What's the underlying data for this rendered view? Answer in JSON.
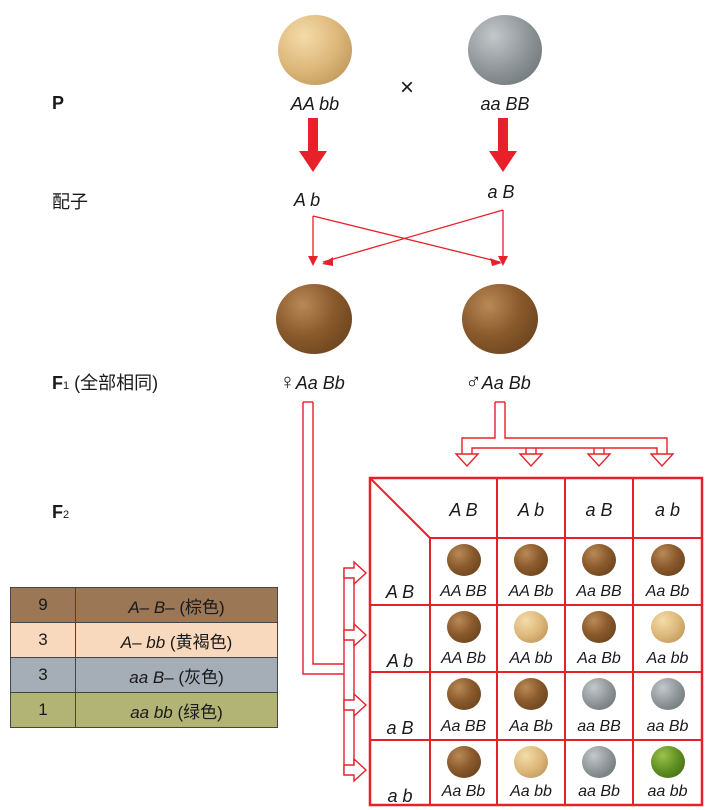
{
  "labels": {
    "p": "P",
    "gamete": "配子",
    "f1": "F",
    "f1_sub": "1",
    "f1_note": " (全部相同)",
    "f2": "F",
    "f2_sub": "2",
    "cross": "×"
  },
  "parents": [
    {
      "genotype": "AA bb",
      "color": "tan"
    },
    {
      "genotype": "aa BB",
      "color": "gray"
    }
  ],
  "gametes": [
    "A b",
    "a B"
  ],
  "f1": [
    {
      "symbol": "♀",
      "genotype": "Aa Bb",
      "color": "brown"
    },
    {
      "symbol": "♂",
      "genotype": "Aa Bb",
      "color": "brown"
    }
  ],
  "grid": {
    "col_headers": [
      "A B",
      "A b",
      "a B",
      "a b"
    ],
    "row_headers": [
      "A B",
      "A b",
      "a B",
      "a b"
    ],
    "cells": [
      [
        {
          "g": "AA BB",
          "c": "brown"
        },
        {
          "g": "AA Bb",
          "c": "brown"
        },
        {
          "g": "Aa BB",
          "c": "brown"
        },
        {
          "g": "Aa Bb",
          "c": "brown"
        }
      ],
      [
        {
          "g": "AA Bb",
          "c": "brown"
        },
        {
          "g": "AA bb",
          "c": "tan"
        },
        {
          "g": "Aa Bb",
          "c": "brown"
        },
        {
          "g": "Aa bb",
          "c": "tan"
        }
      ],
      [
        {
          "g": "Aa BB",
          "c": "brown"
        },
        {
          "g": "Aa Bb",
          "c": "brown"
        },
        {
          "g": "aa BB",
          "c": "gray"
        },
        {
          "g": "aa Bb",
          "c": "gray"
        }
      ],
      [
        {
          "g": "Aa Bb",
          "c": "brown"
        },
        {
          "g": "Aa bb",
          "c": "tan"
        },
        {
          "g": "aa Bb",
          "c": "gray"
        },
        {
          "g": "aa bb",
          "c": "green"
        }
      ]
    ]
  },
  "legend": [
    {
      "count": "9",
      "genotype": "A– B–",
      "phenotype": "(棕色)",
      "bg": "#9b7755"
    },
    {
      "count": "3",
      "genotype": "A– bb",
      "phenotype": "(黄褐色)",
      "bg": "#f8d9bd"
    },
    {
      "count": "3",
      "genotype": "aa B–",
      "phenotype": "(灰色)",
      "bg": "#a5adb6"
    },
    {
      "count": "1",
      "genotype": "aa bb",
      "phenotype": "(绿色)",
      "bg": "#b2b475"
    }
  ],
  "colors": {
    "accent": "#e8202a"
  }
}
